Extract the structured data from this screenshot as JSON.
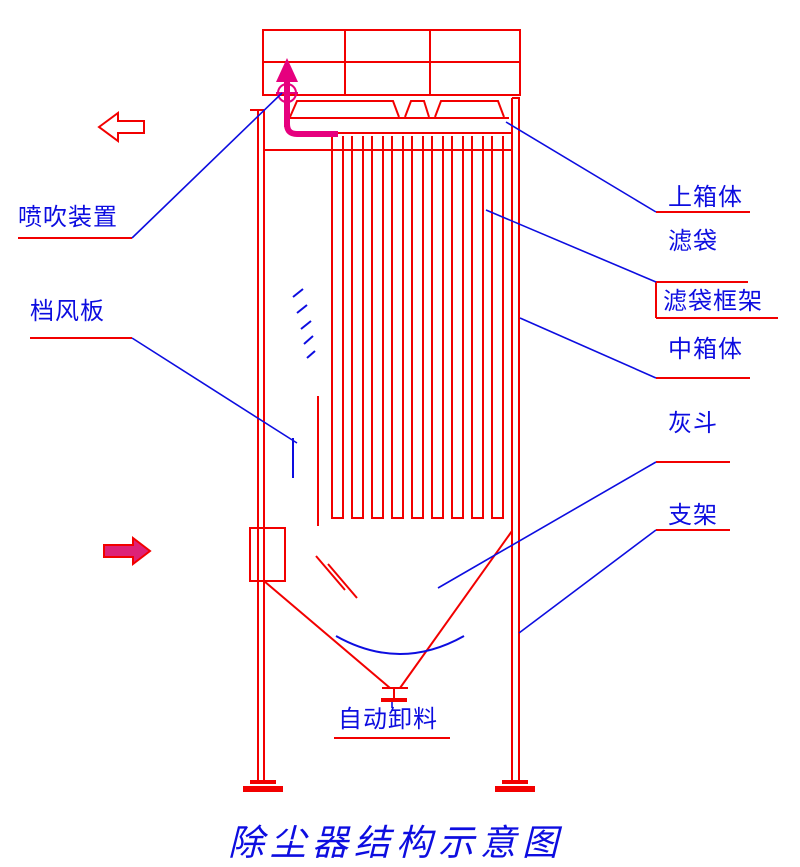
{
  "title": "除尘器结构示意图",
  "labels": {
    "pulse_jet": "喷吹装置",
    "baffle": "档风板",
    "upper_box": "上箱体",
    "filter_bag": "滤袋",
    "bag_cage": "滤袋框架",
    "middle_box": "中箱体",
    "ash_hopper": "灰斗",
    "support": "支架",
    "auto_discharge": "自动卸料"
  },
  "colors": {
    "structure": "#f20000",
    "label": "#0d0de0",
    "pulse_arrow": "#e6007e",
    "inlet_arrow_fill": "#dd2277"
  }
}
